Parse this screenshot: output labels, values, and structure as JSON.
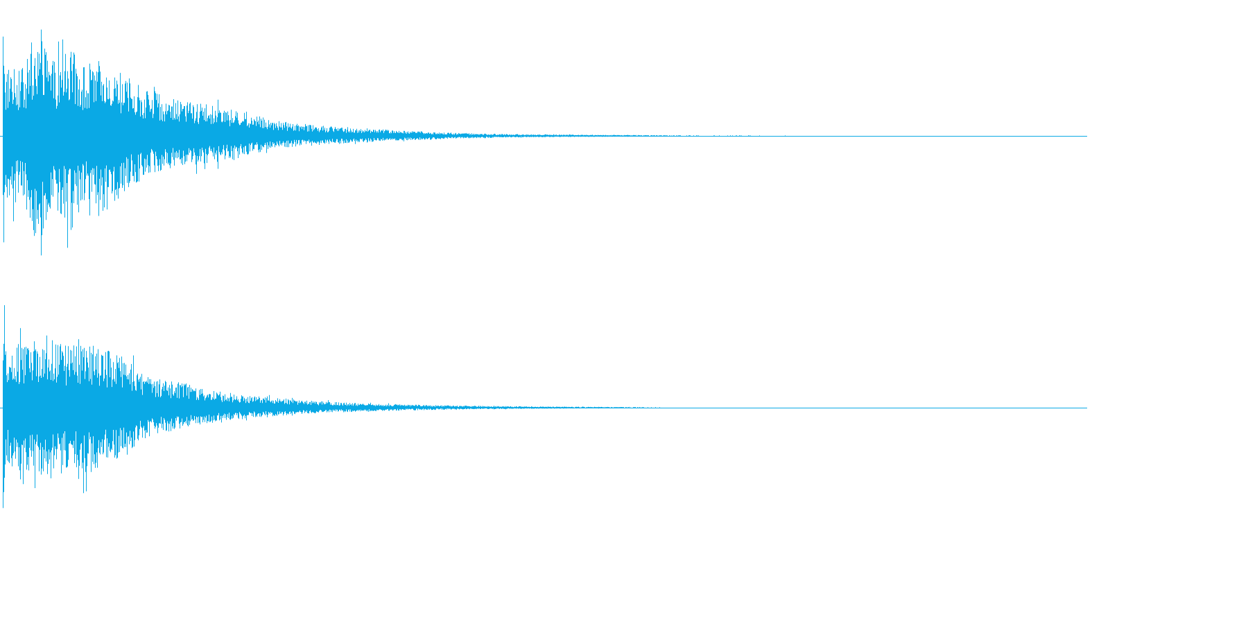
{
  "chart_data": {
    "type": "area",
    "title": "",
    "xlabel": "",
    "ylabel": "",
    "grid": false,
    "legend": "none",
    "x_range": [
      0,
      1
    ],
    "y_range": [
      -1,
      1
    ],
    "colors": {
      "background": "#ffffff",
      "waveform": "#0aa9e5",
      "baseline": "#0aa9e5"
    },
    "series": [
      {
        "name": "",
        "envelope": {
          "x": [
            0.0,
            0.003,
            0.01,
            0.02,
            0.035,
            0.05,
            0.065,
            0.08,
            0.095,
            0.11,
            0.125,
            0.14,
            0.16,
            0.19,
            0.22,
            0.26,
            0.3,
            0.34,
            0.38,
            0.42,
            0.47,
            0.53,
            0.6,
            0.64,
            1.0
          ],
          "upper": [
            1.0,
            0.52,
            0.62,
            0.55,
            0.82,
            0.62,
            0.72,
            0.55,
            0.58,
            0.52,
            0.44,
            0.36,
            0.3,
            0.26,
            0.2,
            0.12,
            0.08,
            0.06,
            0.04,
            0.025,
            0.015,
            0.01,
            0.006,
            0.004,
            0.001
          ],
          "lower": [
            1.0,
            0.48,
            0.58,
            0.52,
            0.92,
            0.6,
            0.78,
            0.52,
            0.68,
            0.5,
            0.4,
            0.3,
            0.28,
            0.24,
            0.18,
            0.1,
            0.07,
            0.05,
            0.035,
            0.022,
            0.013,
            0.009,
            0.005,
            0.003,
            0.001
          ]
        }
      },
      {
        "name": "",
        "envelope": {
          "x": [
            0.0,
            0.003,
            0.01,
            0.03,
            0.045,
            0.06,
            0.08,
            0.1,
            0.115,
            0.13,
            0.15,
            0.17,
            0.19,
            0.22,
            0.25,
            0.29,
            0.33,
            0.37,
            0.41,
            0.46,
            0.52,
            0.59,
            0.62,
            1.0
          ],
          "upper": [
            1.0,
            0.5,
            0.55,
            0.58,
            0.64,
            0.55,
            0.58,
            0.5,
            0.44,
            0.3,
            0.24,
            0.22,
            0.16,
            0.12,
            0.09,
            0.06,
            0.04,
            0.03,
            0.02,
            0.014,
            0.009,
            0.005,
            0.003,
            0.001
          ],
          "lower": [
            1.0,
            0.5,
            0.55,
            0.58,
            0.7,
            0.55,
            0.62,
            0.48,
            0.45,
            0.28,
            0.22,
            0.18,
            0.14,
            0.1,
            0.08,
            0.05,
            0.035,
            0.025,
            0.018,
            0.012,
            0.008,
            0.004,
            0.002,
            0.001
          ]
        }
      }
    ]
  }
}
